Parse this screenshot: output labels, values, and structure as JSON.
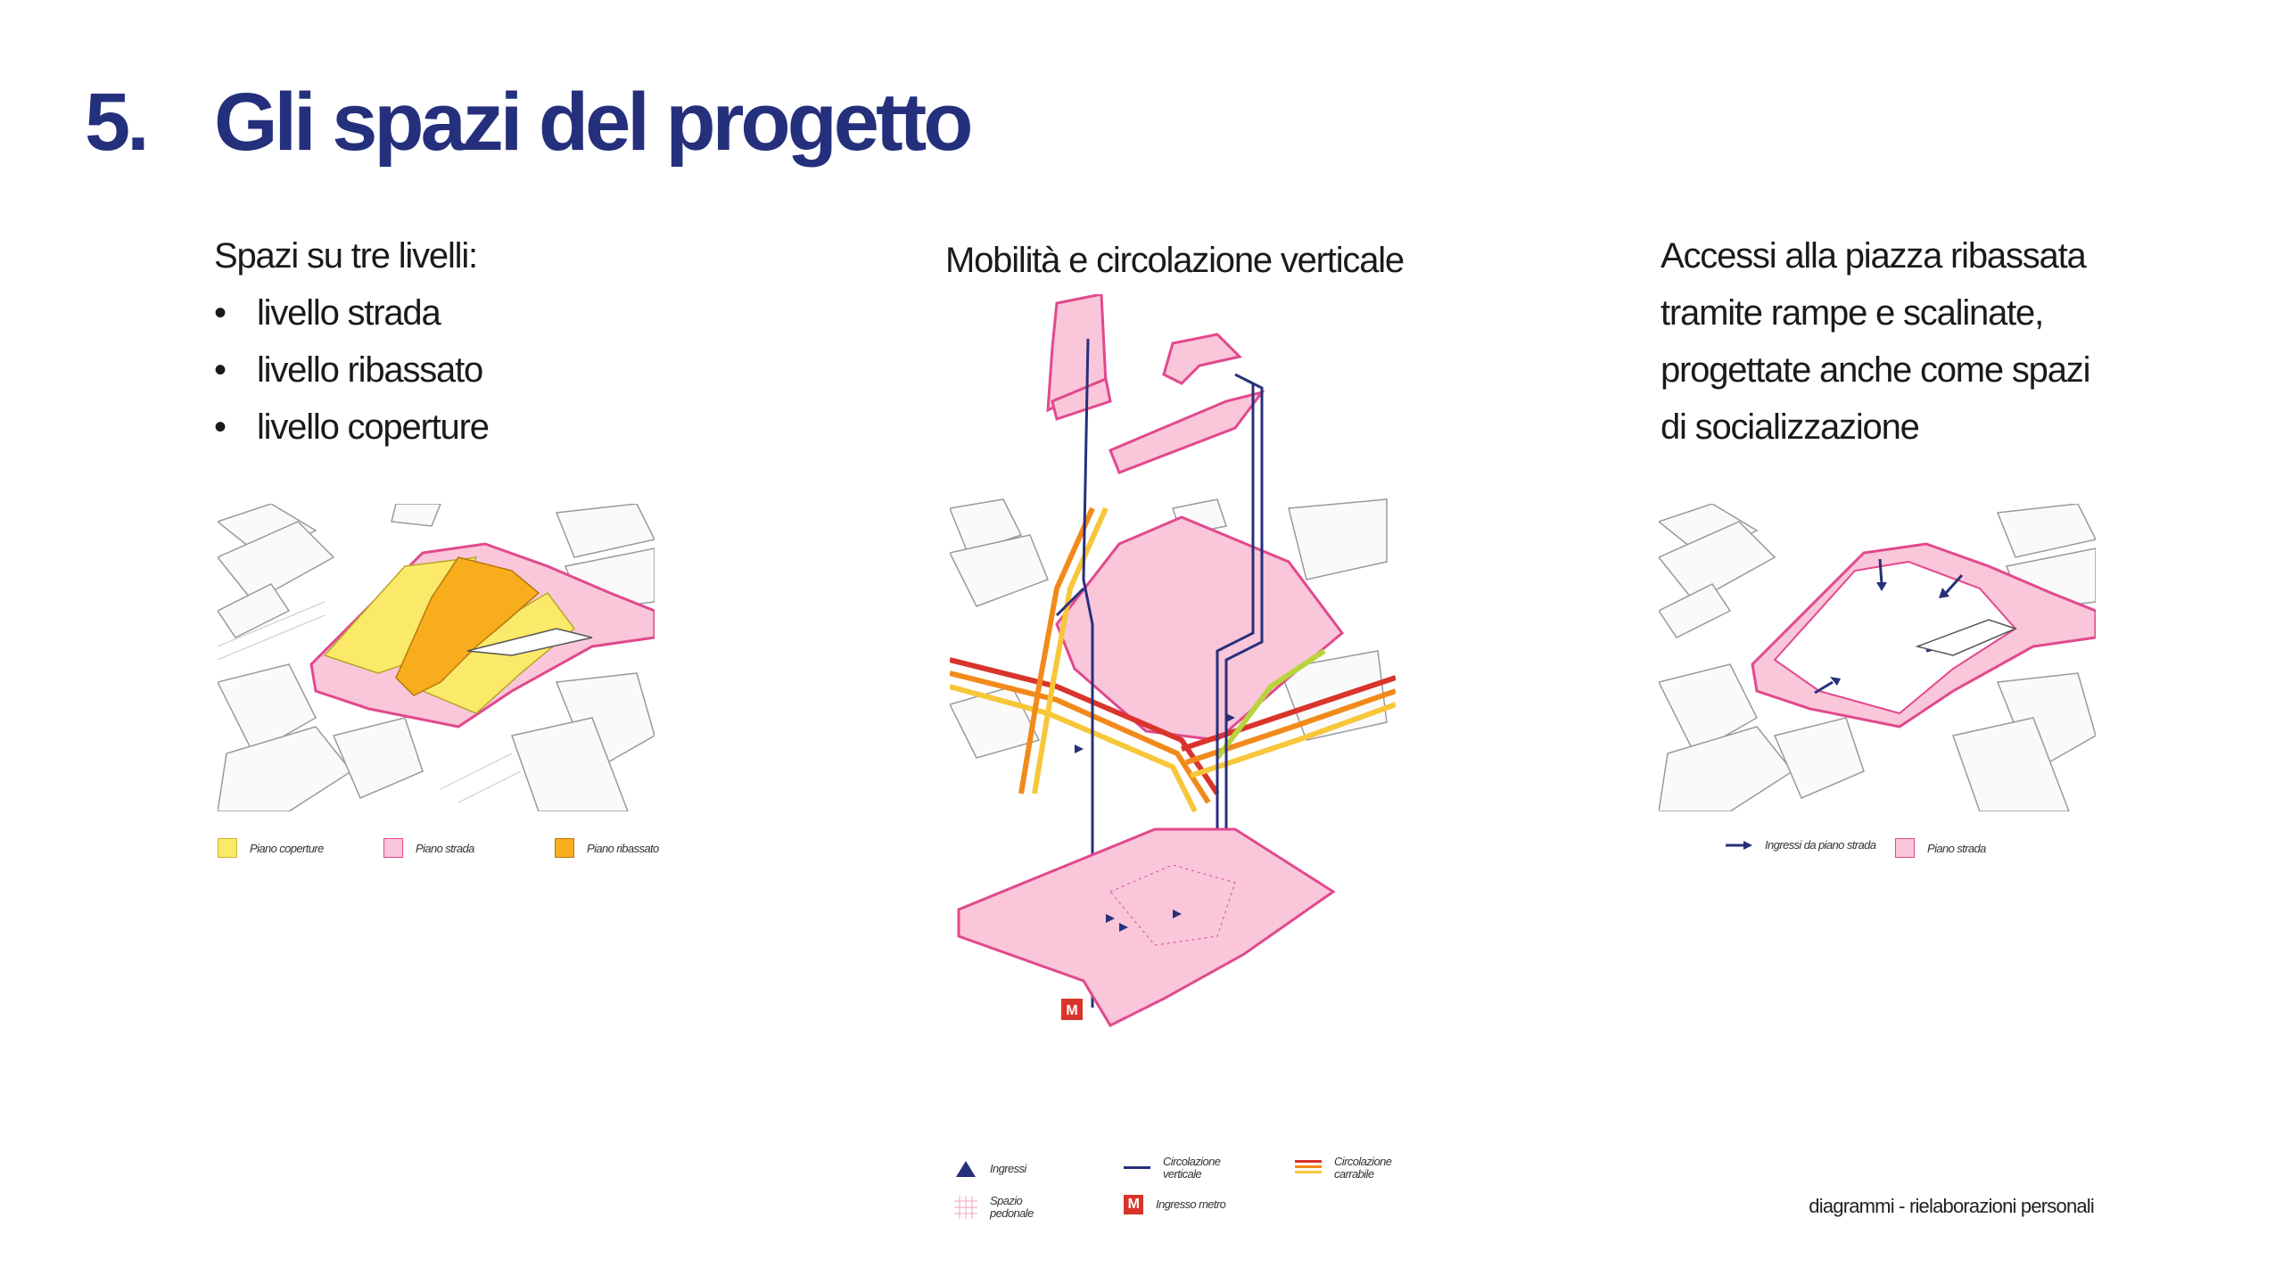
{
  "title": {
    "number": "5.",
    "text": "Gli spazi del progetto"
  },
  "col1": {
    "intro": "Spazi su tre livelli:",
    "items": [
      "livello strada",
      "livello ribassato",
      "livello coperture"
    ],
    "legend": [
      {
        "label": "Piano coperture",
        "color": "#fbe96a"
      },
      {
        "label": "Piano strada",
        "color": "#f9c6da"
      },
      {
        "label": "Piano ribassato",
        "color": "#f8ad1c"
      }
    ]
  },
  "col2": {
    "heading": "Mobilità e circolazione verticale",
    "legend": [
      {
        "label": "Ingressi",
        "icon": "triangle-icon"
      },
      {
        "label": "Circolazione verticale",
        "icon": "line-icon"
      },
      {
        "label": "Circolazione carrabile",
        "icon": "stripes-icon"
      },
      {
        "label": "Spazio pedonale",
        "icon": "grid-icon"
      },
      {
        "label": "Ingresso metro",
        "icon": "metro-icon",
        "metro_letter": "M"
      }
    ]
  },
  "col3": {
    "lines": [
      "Accessi alla piazza ribassata",
      "tramite rampe e scalinate,",
      "progettate anche come spazi",
      "di socializzazione"
    ],
    "legend": [
      {
        "label": "Ingressi da piano strada",
        "icon": "arrow-icon"
      },
      {
        "label": "Piano strada",
        "color": "#f9c6da"
      }
    ]
  },
  "footer": "diagrammi - rielaborazioni personali",
  "colors": {
    "title": "#24307c",
    "pink": "#f9c6da",
    "magenta": "#e2488e",
    "navy": "#27307a",
    "yellow": "#fbe96a",
    "orange": "#f8ad1c",
    "red": "#d9342b"
  }
}
